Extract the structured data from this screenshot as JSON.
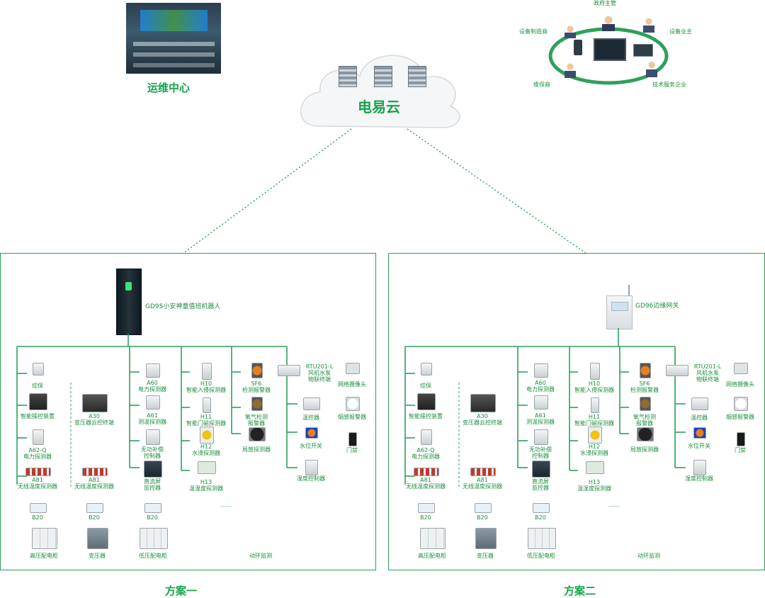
{
  "colors": {
    "line": "#2fa05a",
    "text": "#1a8f3c",
    "accent": "#16a34a"
  },
  "top": {
    "ops_center": "运维中心",
    "cloud": "电易云",
    "stakeholders": {
      "gov": "政府主管",
      "maker": "设备制造商",
      "owner": "设备业主",
      "maintainer": "维保商",
      "tech": "技术服务企业"
    }
  },
  "left": {
    "main_device": "GD95小安神童值班机器人",
    "scheme": "方案一",
    "c1": [
      "综保",
      "智能操控装置",
      "A62-Q\n电力探测器",
      "A81\n无线温度探测器",
      "B20"
    ],
    "c2": [
      "A30\n变压器云控终端",
      "A81\n无线温度探测器",
      "B20"
    ],
    "c3": [
      "A60\n电力探测器",
      "A61\n测温探测器",
      "无功补偿\n控制器",
      "直流屏\n监控器",
      "B20"
    ],
    "c4": [
      "H10\n智能入侵探测器",
      "H11\n智能门磁探测器",
      "H12\n水浸探测器",
      "H13\n温湿度探测器",
      "......"
    ],
    "c5": [
      "SF6\n检测报警器",
      "氧气检测\n报警器",
      "局放探测器"
    ],
    "c6": [
      "RTU201-L\n风机水泵\n物联终端",
      "温控器",
      "水位开关",
      "湿度控制器"
    ],
    "c7": [
      "网络摄像头",
      "烟感报警器",
      "门禁"
    ],
    "bottom": [
      "高压配电柜",
      "变压器",
      "低压配电柜",
      "动环监测"
    ]
  },
  "right": {
    "main_device": "GD96边缘网关",
    "scheme": "方案二",
    "c1": [
      "综保",
      "智能操控装置",
      "A62-Q\n电力探测器",
      "A81\n无线温度探测器",
      "B20"
    ],
    "c2": [
      "A30\n变压器云控终端",
      "A81\n无线温度探测器",
      "B20"
    ],
    "c3": [
      "A60\n电力探测器",
      "A61\n测温探测器",
      "无功补偿\n控制器",
      "直流屏\n监控器",
      "B20"
    ],
    "c4": [
      "H10\n智能入侵探测器",
      "H11\n智能门磁探测器",
      "H12\n水浸探测器",
      "H13\n温湿度探测器",
      "......"
    ],
    "c5": [
      "SF6\n检测报警器",
      "氧气检测\n报警器",
      "局放探测器"
    ],
    "c6": [
      "RTU201-L\n风机水泵\n物联终端",
      "温控器",
      "水位开关",
      "湿度控制器"
    ],
    "c7": [
      "网络摄像头",
      "烟感报警器",
      "门禁"
    ],
    "bottom": [
      "高压配电柜",
      "变压器",
      "低压配电柜",
      "动环监测"
    ]
  }
}
